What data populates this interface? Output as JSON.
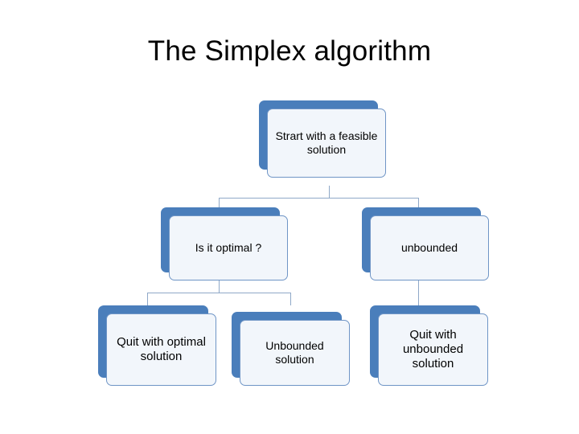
{
  "slide": {
    "title": "The Simplex algorithm"
  },
  "diagram": {
    "type": "flowchart",
    "nodes": [
      {
        "id": "start",
        "label": "Strart with a feasible solution"
      },
      {
        "id": "optimal",
        "label": "Is it optimal ?"
      },
      {
        "id": "unbounded",
        "label": "unbounded"
      },
      {
        "id": "quit-optimal",
        "label": "Quit with optimal solution"
      },
      {
        "id": "unbounded-solution",
        "label": "Unbounded solution"
      },
      {
        "id": "quit-unbounded",
        "label": "Quit with unbounded solution"
      }
    ],
    "edges": [
      {
        "from": "start",
        "to": "optimal"
      },
      {
        "from": "start",
        "to": "unbounded"
      },
      {
        "from": "optimal",
        "to": "quit-optimal"
      },
      {
        "from": "optimal",
        "to": "unbounded-solution"
      },
      {
        "from": "unbounded",
        "to": "quit-unbounded"
      }
    ],
    "colors": {
      "node_fill": "#f2f6fb",
      "node_border": "#6f95c6",
      "node_shadow": "#4a7ebb",
      "connector": "#8fa8c8",
      "text": "#000000"
    }
  }
}
